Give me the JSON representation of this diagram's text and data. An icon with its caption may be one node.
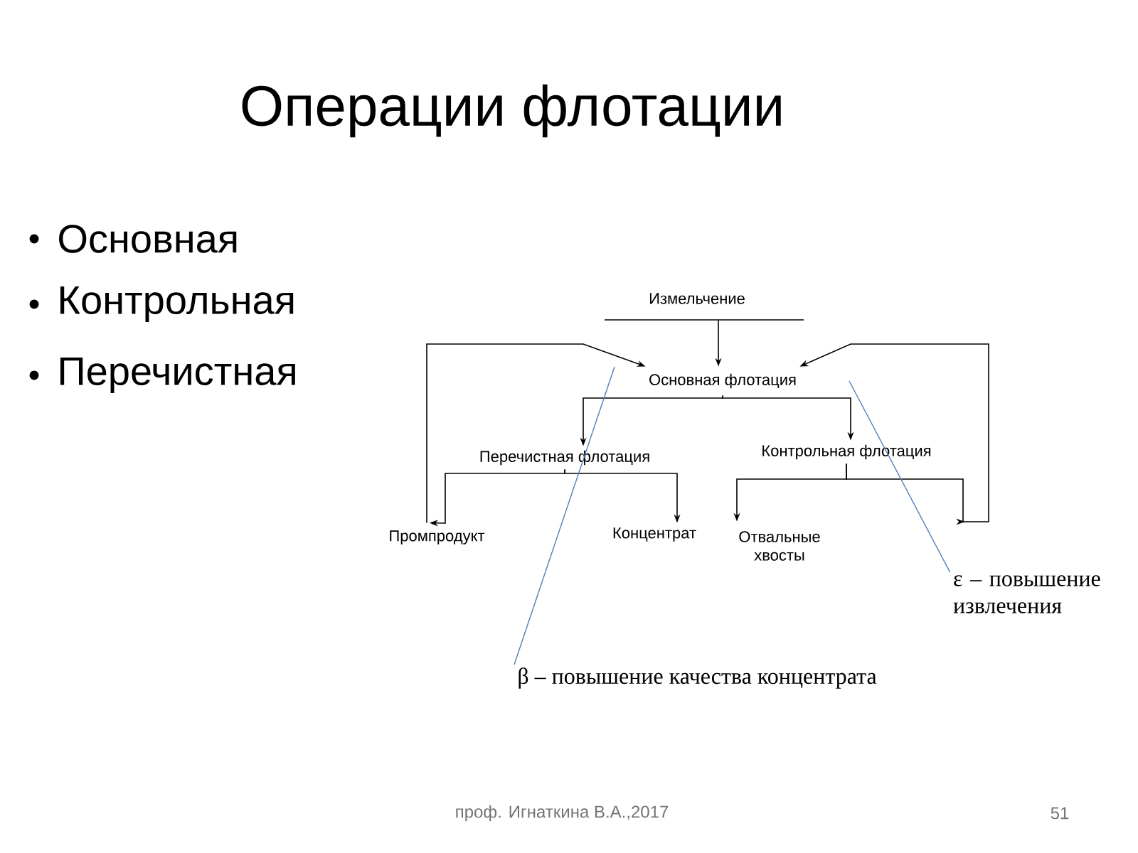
{
  "diagram": {
    "title": "Операции флотации",
    "nodes": [
      {
        "text": [
          "Измельчение"
        ]
      },
      {
        "text": [
          "Основная флотация"
        ]
      },
      {
        "text": [
          "Перечистная флотация"
        ]
      },
      {
        "text": [
          "Контрольная флотация"
        ]
      },
      {
        "text": [
          "Промпродукт"
        ]
      },
      {
        "text": [
          "Концентрат"
        ]
      },
      {
        "text": [
          "Отвальные хвосты"
        ]
      },
      {
        "text": [
          "ε – повышение извлечения"
        ]
      },
      {
        "text": [
          "β – повышение качества концентрата"
        ]
      }
    ],
    "edges": [
      {
        "from": 0,
        "to": 1,
        "arrow": "to"
      },
      {
        "from": 1,
        "to": 2,
        "arrow": "to"
      },
      {
        "from": 1,
        "to": 3,
        "arrow": "to"
      },
      {
        "from": 2,
        "to": 4,
        "arrow": "to"
      },
      {
        "from": 2,
        "to": 5,
        "arrow": "to"
      },
      {
        "from": 3,
        "to": 6,
        "arrow": "to"
      },
      {
        "from": 3,
        "to": 1,
        "arrow": "to"
      },
      {
        "from": 4,
        "to": 1,
        "arrow": "to"
      },
      {
        "from": 7,
        "to": null,
        "arrow": "none",
        "color": "#4f81bd"
      },
      {
        "from": 8,
        "to": null,
        "arrow": "none",
        "color": "#4f81bd"
      }
    ],
    "labels": [
      "Основная",
      "Контрольная",
      "Перечистная",
      "проф. Игнаткина В.А.,2017",
      "51"
    ]
  }
}
